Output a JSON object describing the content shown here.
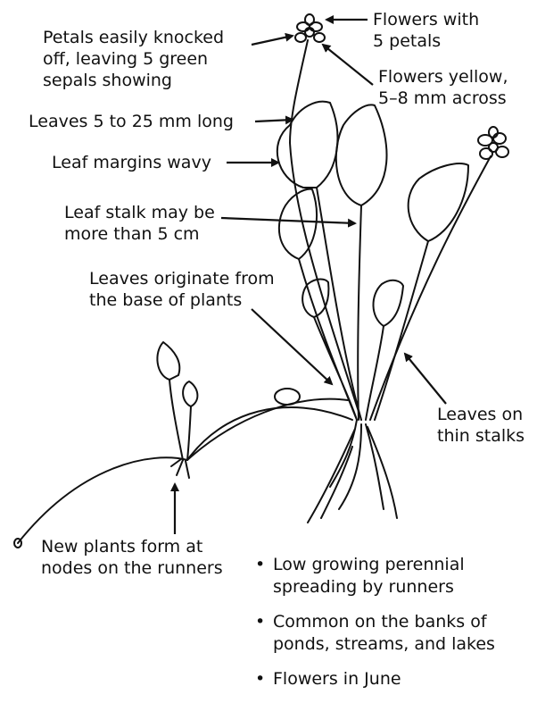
{
  "labels": {
    "flowers_5_petals": [
      "Flowers with",
      "5 petals"
    ],
    "petals_knocked": [
      "Petals easily knocked",
      "off, leaving 5 green",
      "sepals showing"
    ],
    "flowers_yellow": [
      "Flowers yellow,",
      "5–8 mm across"
    ],
    "leaves_length": [
      "Leaves 5 to 25 mm long"
    ],
    "leaf_margins": [
      "Leaf margins wavy"
    ],
    "leaf_stalk": [
      "Leaf stalk may be",
      "more than 5 cm"
    ],
    "leaves_base": [
      "Leaves originate from",
      "the base of plants"
    ],
    "leaves_thin": [
      "Leaves on",
      "thin stalks"
    ],
    "new_plants": [
      "New plants form at",
      "nodes on the runners"
    ]
  },
  "bullets": [
    [
      "Low growing perennial",
      "spreading by runners"
    ],
    [
      "Common on the banks of",
      "ponds, streams, and lakes"
    ],
    [
      "Flowers in June"
    ]
  ],
  "colors": {
    "ink": "#111111",
    "background": "#ffffff"
  }
}
